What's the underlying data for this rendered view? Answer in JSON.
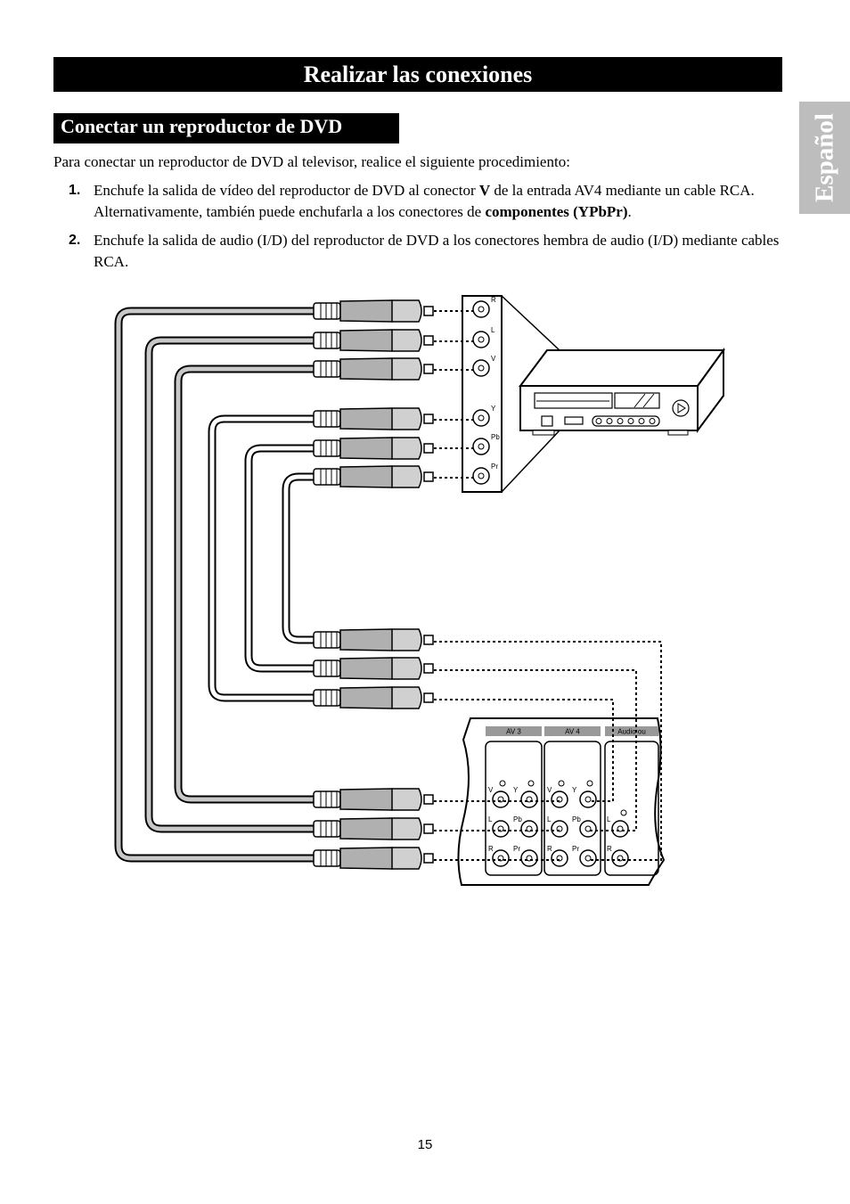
{
  "header": {
    "title": "Realizar las conexiones"
  },
  "side_tab": {
    "label": "Español"
  },
  "section": {
    "title": "Conectar un reproductor de DVD"
  },
  "intro": "Para conectar un reproductor de DVD al televisor, realice el siguiente procedimiento:",
  "steps": [
    {
      "number": "1.",
      "text_a": "Enchufe la salida de vídeo del reproductor de DVD al conector ",
      "bold_a": "V",
      "text_b": " de la entrada AV4 mediante un cable RCA. Alternativamente, también puede enchufarla a los conectores de ",
      "bold_b": "componentes (YPbPr)",
      "text_c": "."
    },
    {
      "number": "2.",
      "text": "Enchufe la salida de audio (I/D) del reproductor de DVD a los conectores hembra de audio (I/D) mediante cables RCA."
    }
  ],
  "diagram": {
    "dvd_jacks": [
      "R",
      "L",
      "V",
      "Y",
      "Pb",
      "Pr"
    ],
    "tv_panels": [
      "AV 3",
      "AV 4",
      "Audio ou"
    ],
    "tv_jack_labels": {
      "av3": [
        "V",
        "Y",
        "L",
        "Pb",
        "R",
        "Pr"
      ],
      "av4": [
        "V",
        "Y",
        "L",
        "Pb",
        "R",
        "Pr"
      ],
      "audio_out": [
        "L",
        "R"
      ]
    }
  },
  "page_number": "15"
}
